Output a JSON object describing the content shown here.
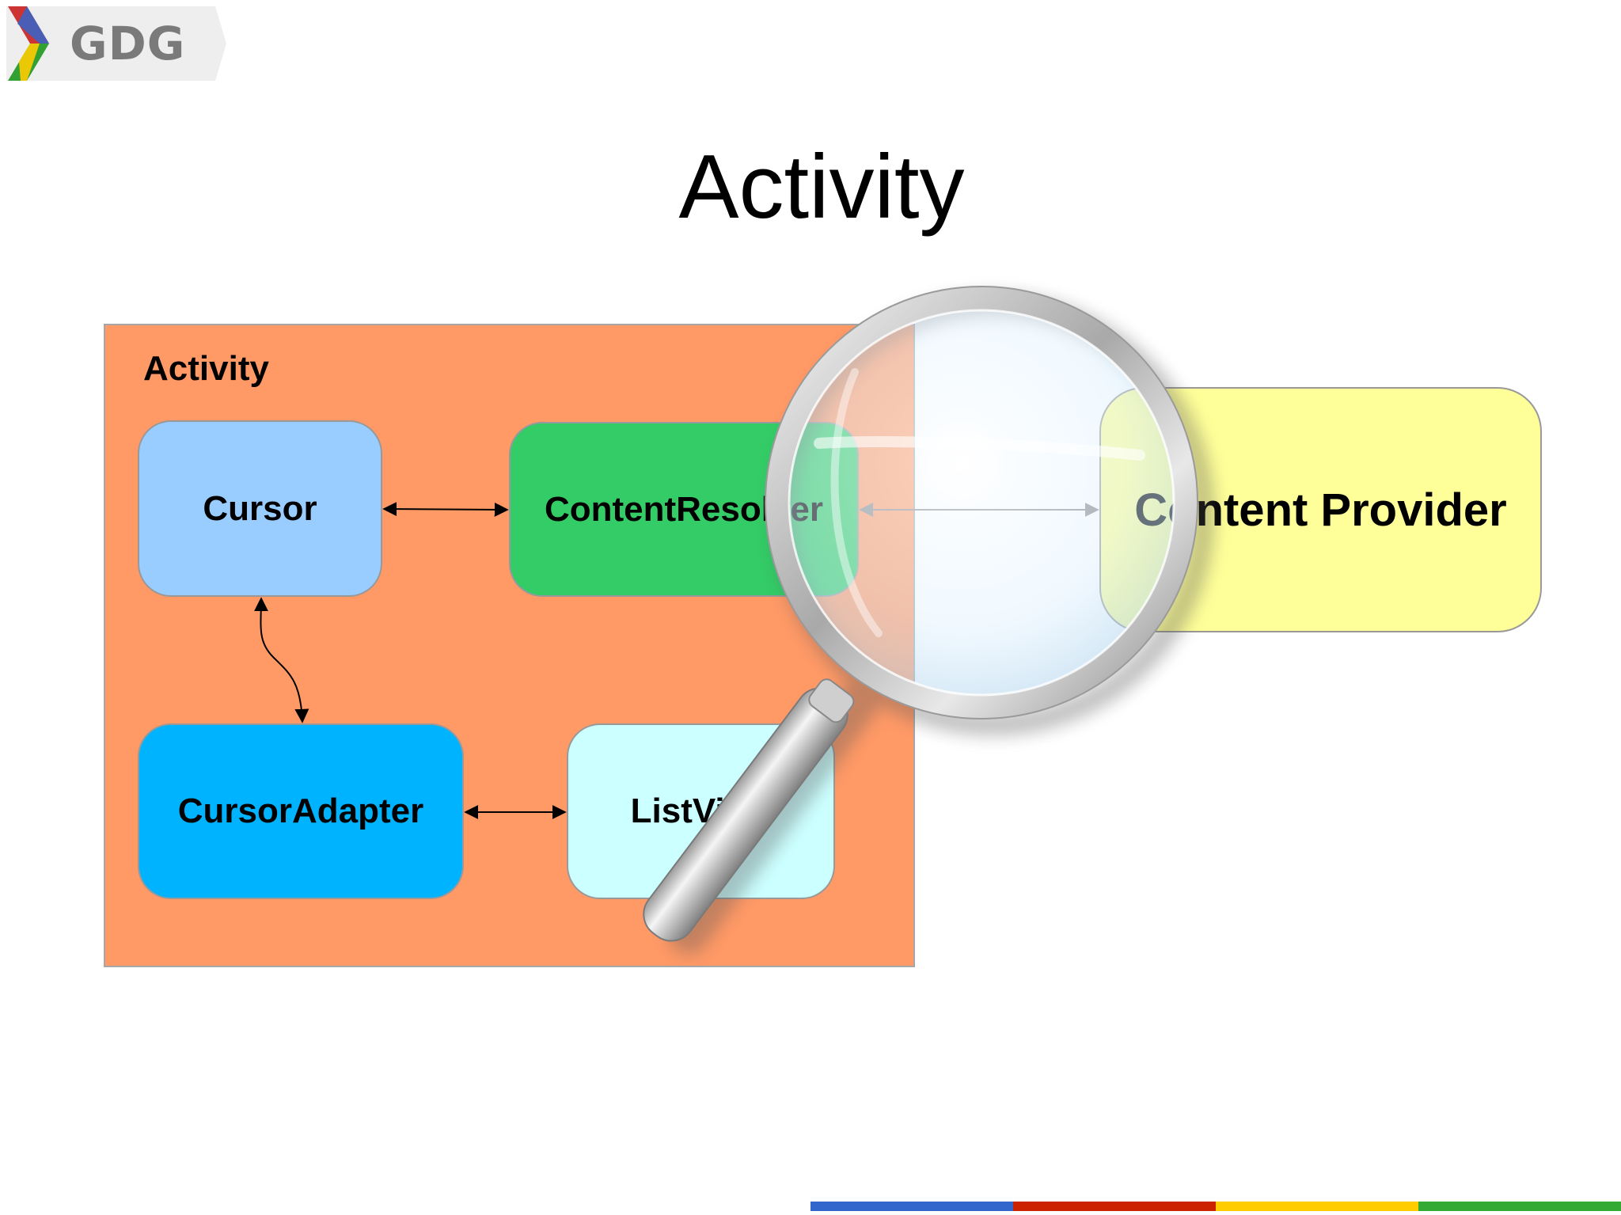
{
  "logo": {
    "text": "GDG",
    "icon": "gdg-chevron-icon"
  },
  "slide": {
    "title": "Activity"
  },
  "diagram": {
    "container_label": "Activity",
    "nodes": {
      "cursor": "Cursor",
      "content_resolver": "ContentResolver",
      "cursor_adapter": "CursorAdapter",
      "list_view": "ListView",
      "content_provider": "Content Provider"
    },
    "edges": [
      {
        "from": "cursor",
        "to": "content_resolver",
        "direction": "both"
      },
      {
        "from": "cursor",
        "to": "cursor_adapter",
        "direction": "both"
      },
      {
        "from": "cursor_adapter",
        "to": "list_view",
        "direction": "both"
      },
      {
        "from": "content_resolver",
        "to": "content_provider",
        "direction": "both"
      }
    ],
    "colors": {
      "activity": "#ff9966",
      "cursor": "#99ccff",
      "content_resolver": "#33cc66",
      "cursor_adapter": "#00b3ff",
      "list_view": "#ccffff",
      "content_provider": "#ffff99"
    }
  },
  "overlay": {
    "icon": "magnifying-glass-icon"
  },
  "footer": {
    "stripe_colors": [
      "#3366cc",
      "#cc2200",
      "#ffcc00",
      "#33aa33"
    ]
  }
}
